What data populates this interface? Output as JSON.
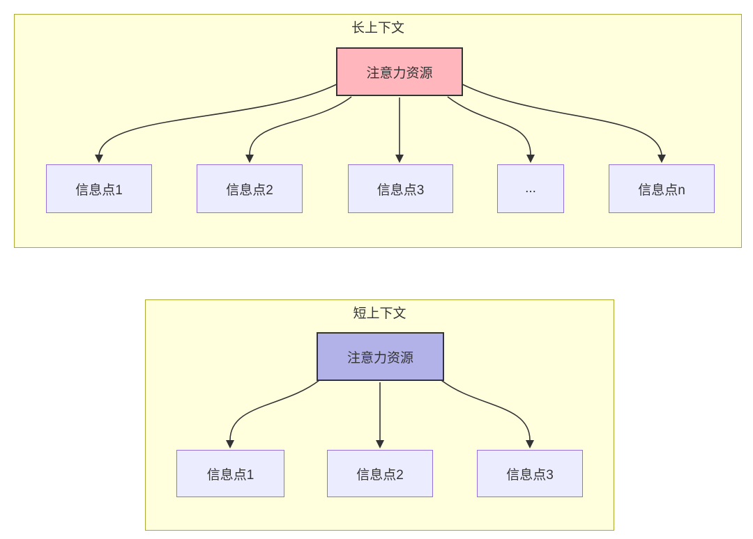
{
  "colors": {
    "cluster_fill": "#ffffde",
    "cluster_border": "#aaaa33",
    "node_fill": "#ececff",
    "node_border": "#9370db",
    "attention_border": "#333333",
    "arrow": "#333333",
    "text": "#333333",
    "long_attention_fill": "#ffb6bc",
    "short_attention_fill": "#b2b2e8"
  },
  "long_context": {
    "title": "长上下文",
    "attention_label": "注意力资源",
    "nodes": [
      {
        "label": "信息点1"
      },
      {
        "label": "信息点2"
      },
      {
        "label": "信息点3"
      },
      {
        "label": "..."
      },
      {
        "label": "信息点n"
      }
    ]
  },
  "short_context": {
    "title": "短上下文",
    "attention_label": "注意力资源",
    "nodes": [
      {
        "label": "信息点1"
      },
      {
        "label": "信息点2"
      },
      {
        "label": "信息点3"
      }
    ]
  }
}
